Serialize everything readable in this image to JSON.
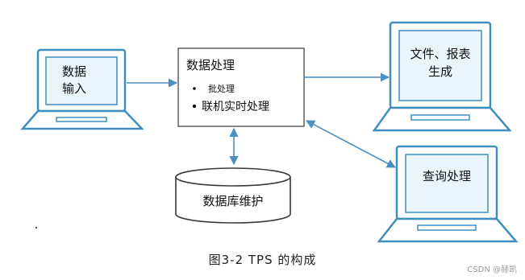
{
  "nodes": {
    "data_input": {
      "line1": "数据",
      "line2": "输入"
    },
    "data_processing": {
      "title": "数据处理",
      "items": [
        "批处理",
        "联机实时处理"
      ]
    },
    "report_output": {
      "line1": "文件、报表",
      "line2": "生成"
    },
    "database": {
      "label": "数据库维护"
    },
    "query": {
      "label": "查询处理"
    }
  },
  "caption": "图3-2 TPS 的构成",
  "watermark": "CSDN @赫凯",
  "colors": {
    "laptop_stroke": "#3e8fbe",
    "laptop_screen": "#e9f4fb",
    "arrow": "#4a8fc0",
    "box_stroke": "#3a3a3a"
  }
}
